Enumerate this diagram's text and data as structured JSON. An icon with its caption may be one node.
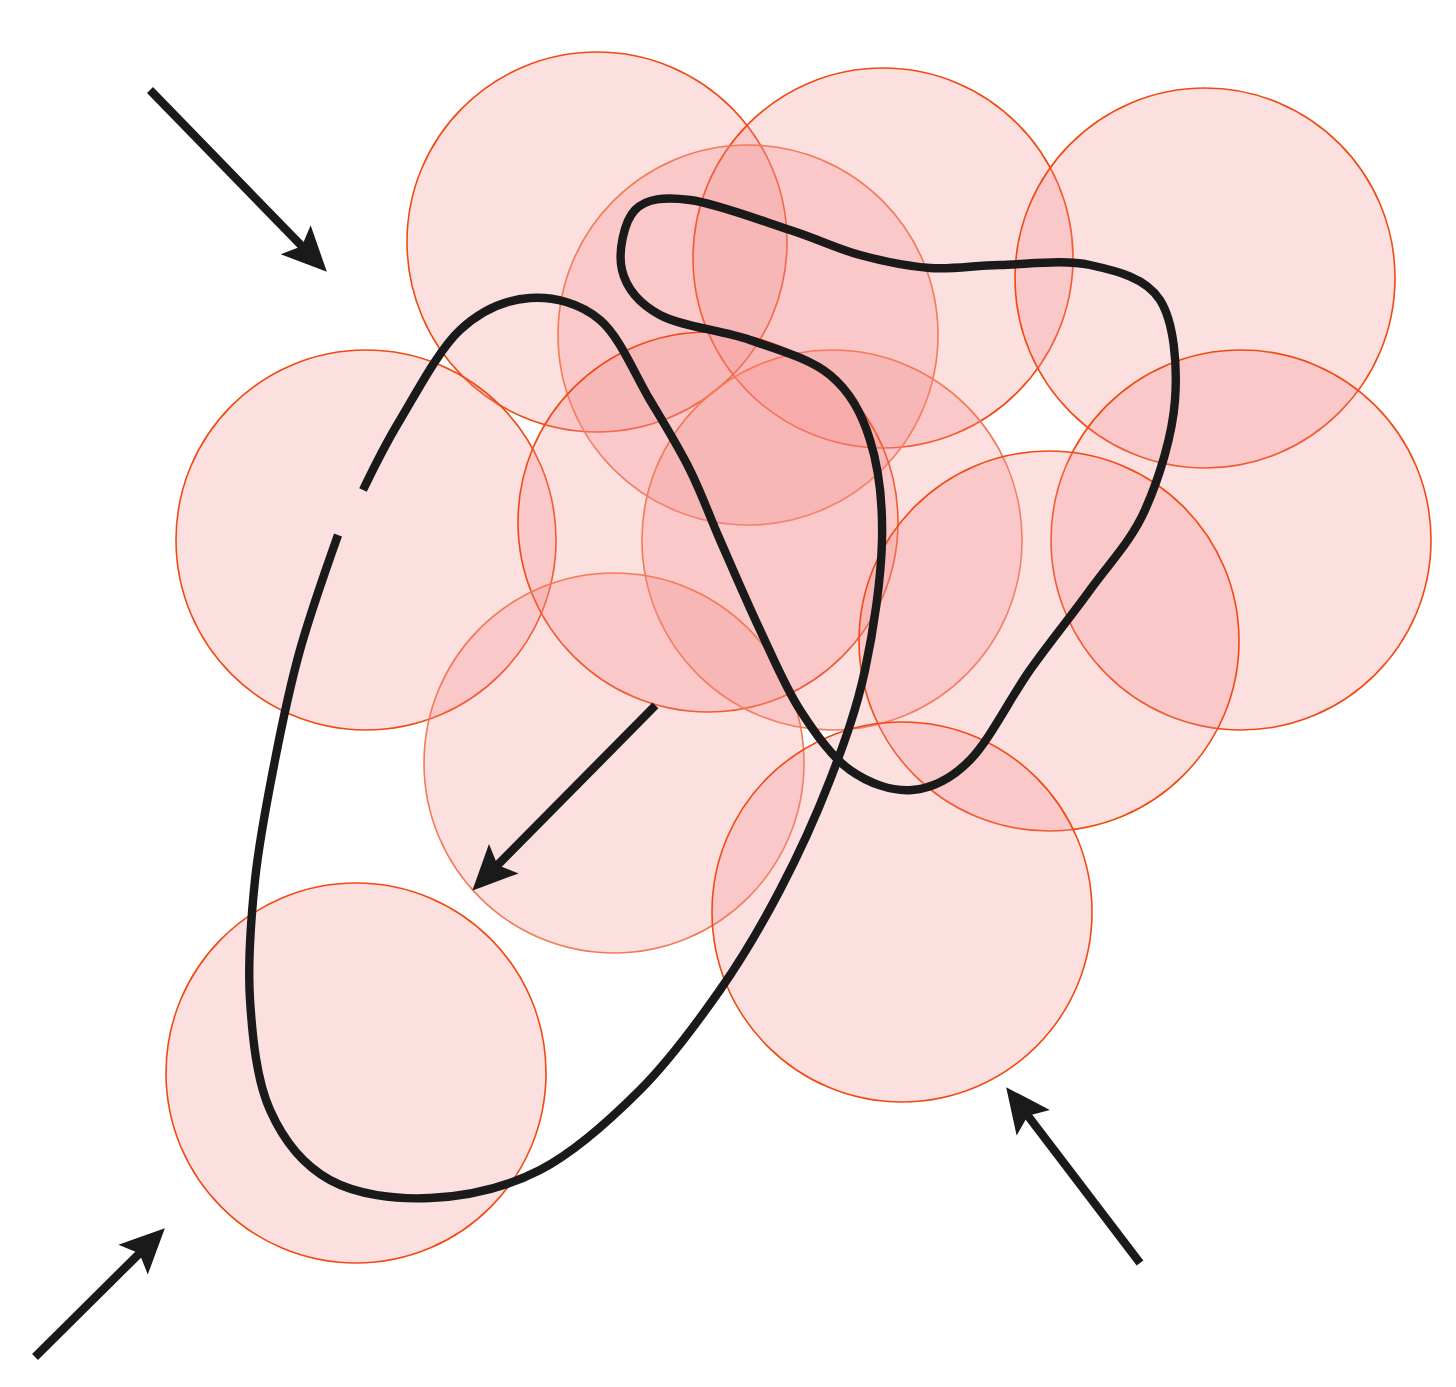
{
  "diagram": {
    "nodes": [
      {
        "text": [],
        "shape": "circle"
      },
      {
        "text": [],
        "shape": "circle"
      },
      {
        "text": [],
        "shape": "circle"
      },
      {
        "text": [],
        "shape": "circle"
      },
      {
        "text": [],
        "shape": "circle"
      },
      {
        "text": [],
        "shape": "circle"
      },
      {
        "text": [],
        "shape": "circle"
      },
      {
        "text": [],
        "shape": "circle"
      },
      {
        "text": [],
        "shape": "circle"
      },
      {
        "text": [],
        "shape": "circle"
      },
      {
        "text": [],
        "shape": "circle"
      },
      {
        "text": [],
        "shape": "circle"
      }
    ],
    "edges": [
      {
        "from": 5,
        "to": 9,
        "arrow": "to"
      }
    ]
  }
}
